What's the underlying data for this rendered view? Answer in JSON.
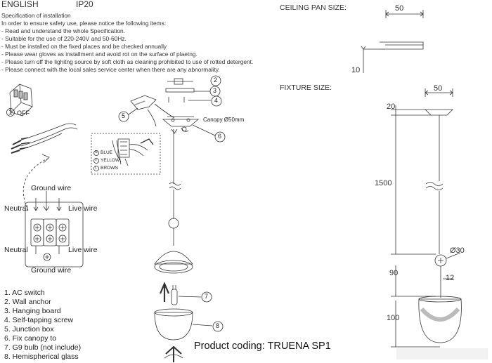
{
  "header": {
    "language": "ENGLISH",
    "ip_rating": "IP20"
  },
  "spec": {
    "title": "Specification of installation",
    "lines": [
      "In order to ensure safety use, please notice the following items:",
      "- Read and understand the whole Specification.",
      "- Suitable for the use of 220-240V and 50-60Hz.",
      "- Must be installed on the fixed places and be checked annually",
      "- Please wear gloves as installment and avoid rot on the surface of plaetng.",
      "- Please turn off the lighitng source by soft cloth as cleaning prohibited to use of rotted detergent.",
      "- Please connect with the local sales service center when there are any abnormality."
    ]
  },
  "switch": {
    "step": "1",
    "label": "OFF"
  },
  "wiring": {
    "ground_top": "Ground wire",
    "neutral_top": "Neutral",
    "live_top": "Live wire",
    "neutral_bottom": "Neutral",
    "live_bottom": "Live wire",
    "ground_bottom": "Ground wire",
    "inset": {
      "n": "BLUE",
      "y": "YELLOW",
      "b": "BROWN",
      "n_key": "N",
      "y_key": "⏚",
      "b_key": "L"
    }
  },
  "callouts": {
    "c2": "2",
    "c3": "3",
    "c4": "4",
    "c5": "5",
    "c6": "6",
    "c7": "7",
    "c8": "8",
    "canopy": "Canopy Ø50mm"
  },
  "parts": [
    "1. AC switch",
    "2. Wall anchor",
    "3. Hanging board",
    "4. Self-tapping screw",
    "5. Junction box",
    "6. Fix canopy to",
    "7. G9 bulb (not include)",
    "8. Hemispherical glass"
  ],
  "product_coding": "Product coding: TRUENA SP1",
  "ceiling_pan": {
    "title": "CEILING PAN SIZE:",
    "width": "50",
    "height": "10"
  },
  "fixture": {
    "title": "FIXTURE SIZE:",
    "top_width": "50",
    "canopy_h": "20",
    "length": "1500",
    "ball": "Ø30",
    "h90": "90",
    "h12": "12",
    "h100": "100"
  }
}
